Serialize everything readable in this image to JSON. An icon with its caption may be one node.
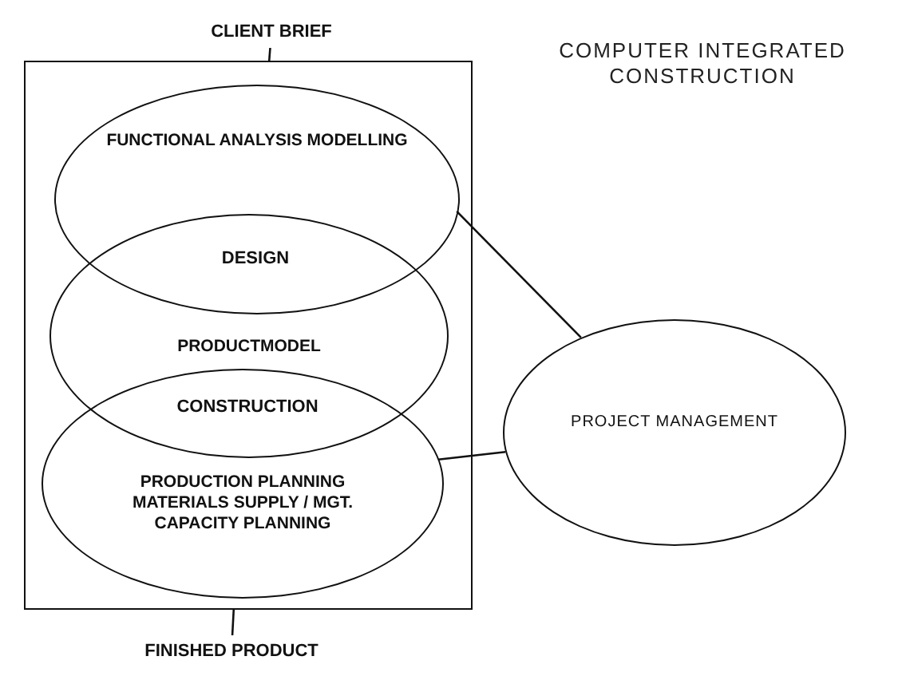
{
  "diagram": {
    "title": "COMPUTER INTEGRATED CONSTRUCTION",
    "nodes": [
      {
        "text": [
          "CLIENT BRIEF"
        ]
      },
      {
        "text": [],
        "shape": "box"
      },
      {
        "text": [
          "FUNCTIONAL ANALYSIS MODELLING"
        ],
        "in": 1
      },
      {
        "text": [
          "PRODUCTMODEL"
        ],
        "in": 1
      },
      {
        "text": [
          "PRODUCTION PLANNING",
          "MATERIALS SUPPLY / MGT.",
          "CAPACITY PLANNING"
        ],
        "in": 1
      },
      {
        "text": [
          "FINISHED PRODUCT"
        ]
      },
      {
        "text": [
          "PROJECT MANAGEMENT"
        ]
      }
    ],
    "edges": [
      {
        "from": 0,
        "to": 1,
        "arrow": "none"
      },
      {
        "from": 1,
        "to": 5,
        "arrow": "none"
      },
      {
        "from": 2,
        "to": 6,
        "arrow": "none"
      },
      {
        "from": 4,
        "to": 6,
        "arrow": "none"
      }
    ],
    "labels": [
      "DESIGN",
      "CONSTRUCTION"
    ]
  }
}
